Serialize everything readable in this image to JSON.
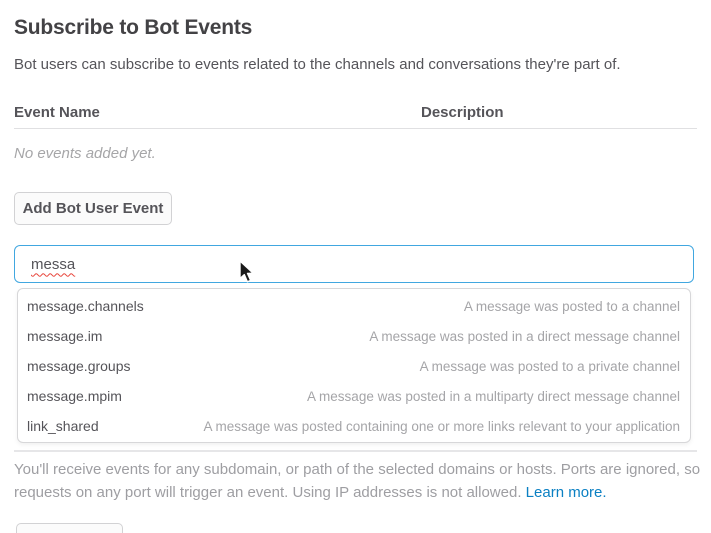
{
  "page": {
    "title": "Subscribe to Bot Events",
    "subtitle": "Bot users can subscribe to events related to the channels and conversations they're part of."
  },
  "events_table": {
    "columns": {
      "name": "Event Name",
      "description": "Description"
    },
    "empty_message": "No events added yet."
  },
  "actions": {
    "add_event_label": "Add Bot User Event"
  },
  "event_search": {
    "value": "messa"
  },
  "suggestions": [
    {
      "name": "message.channels",
      "description": "A message was posted to a channel"
    },
    {
      "name": "message.im",
      "description": "A message was posted in a direct message channel"
    },
    {
      "name": "message.groups",
      "description": "A message was posted to a private channel"
    },
    {
      "name": "message.mpim",
      "description": "A message was posted in a multiparty direct message channel"
    },
    {
      "name": "link_shared",
      "description": "A message was posted containing one or more links relevant to your application"
    }
  ],
  "note": {
    "line1": "You'll receive events for any subdomain, or path of the selected domains or hosts. Ports are ignored, so",
    "line2": "requests on any port will trigger an event. Using IP addresses is not allowed. ",
    "link_label": "Learn more."
  },
  "colors": {
    "heading": "#434245",
    "body": "#555459",
    "muted": "#9e9ea2",
    "accent_blue": "#41a7e0",
    "link_blue": "#0b80c3"
  }
}
